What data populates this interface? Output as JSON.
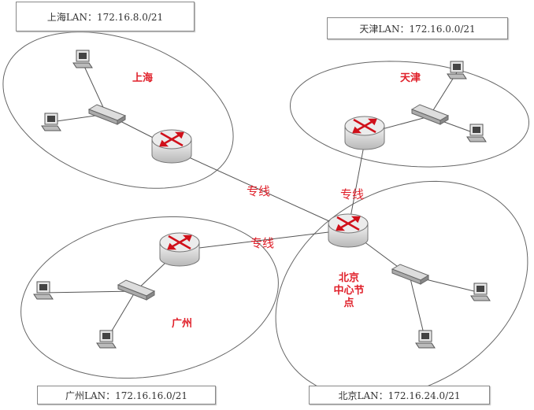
{
  "lans": {
    "shanghai": "上海LAN：172.16.8.0/21",
    "tianjin": "天津LAN：172.16.0.0/21",
    "guangzhou": "广州LAN：172.16.16.0/21",
    "beijing": "北京LAN：172.16.24.0/21"
  },
  "sites": {
    "shanghai": "上海",
    "tianjin": "天津",
    "guangzhou": "广州",
    "beijing_line1": "北京",
    "beijing_line2": "中心节点"
  },
  "links": {
    "sh_bj": "专线",
    "tj_bj": "专线",
    "gz_bj": "专线"
  },
  "colors": {
    "accent": "#e0202a",
    "line": "#555555"
  }
}
